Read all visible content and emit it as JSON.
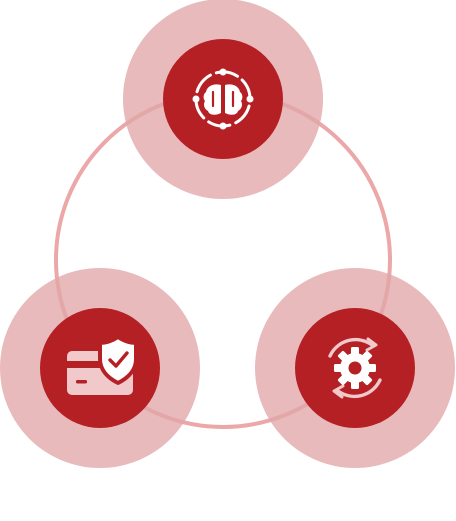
{
  "colors": {
    "ring": "#eca7a9",
    "halo": "#e1a6a8",
    "node_fill": "#b52025",
    "icon_light": "#ffffff",
    "icon_pink": "#f2c9ca"
  },
  "nodes": [
    {
      "id": "top",
      "icon": "brain-icon"
    },
    {
      "id": "bottom-left",
      "icon": "shield-card-icon"
    },
    {
      "id": "bottom-right",
      "icon": "gear-cycle-icon"
    }
  ]
}
